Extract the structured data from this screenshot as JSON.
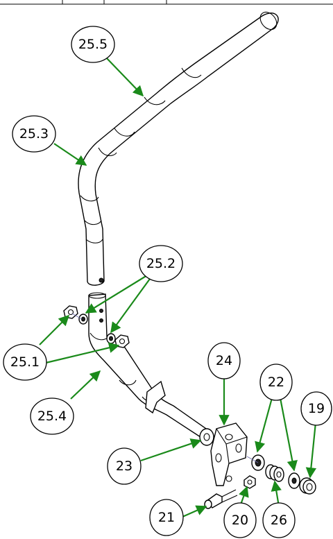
{
  "callouts": [
    {
      "id": "c255",
      "label": "25.5"
    },
    {
      "id": "c253",
      "label": "25.3"
    },
    {
      "id": "c252",
      "label": "25.2"
    },
    {
      "id": "c251",
      "label": "25.1"
    },
    {
      "id": "c254",
      "label": "25.4"
    },
    {
      "id": "c24",
      "label": "24"
    },
    {
      "id": "c22",
      "label": "22"
    },
    {
      "id": "c19",
      "label": "19"
    },
    {
      "id": "c23",
      "label": "23"
    },
    {
      "id": "c21",
      "label": "21"
    },
    {
      "id": "c20",
      "label": "20"
    },
    {
      "id": "c26",
      "label": "26"
    }
  ],
  "colors": {
    "leader": "#1a8a1a",
    "outline": "#000000",
    "background": "#ffffff"
  }
}
